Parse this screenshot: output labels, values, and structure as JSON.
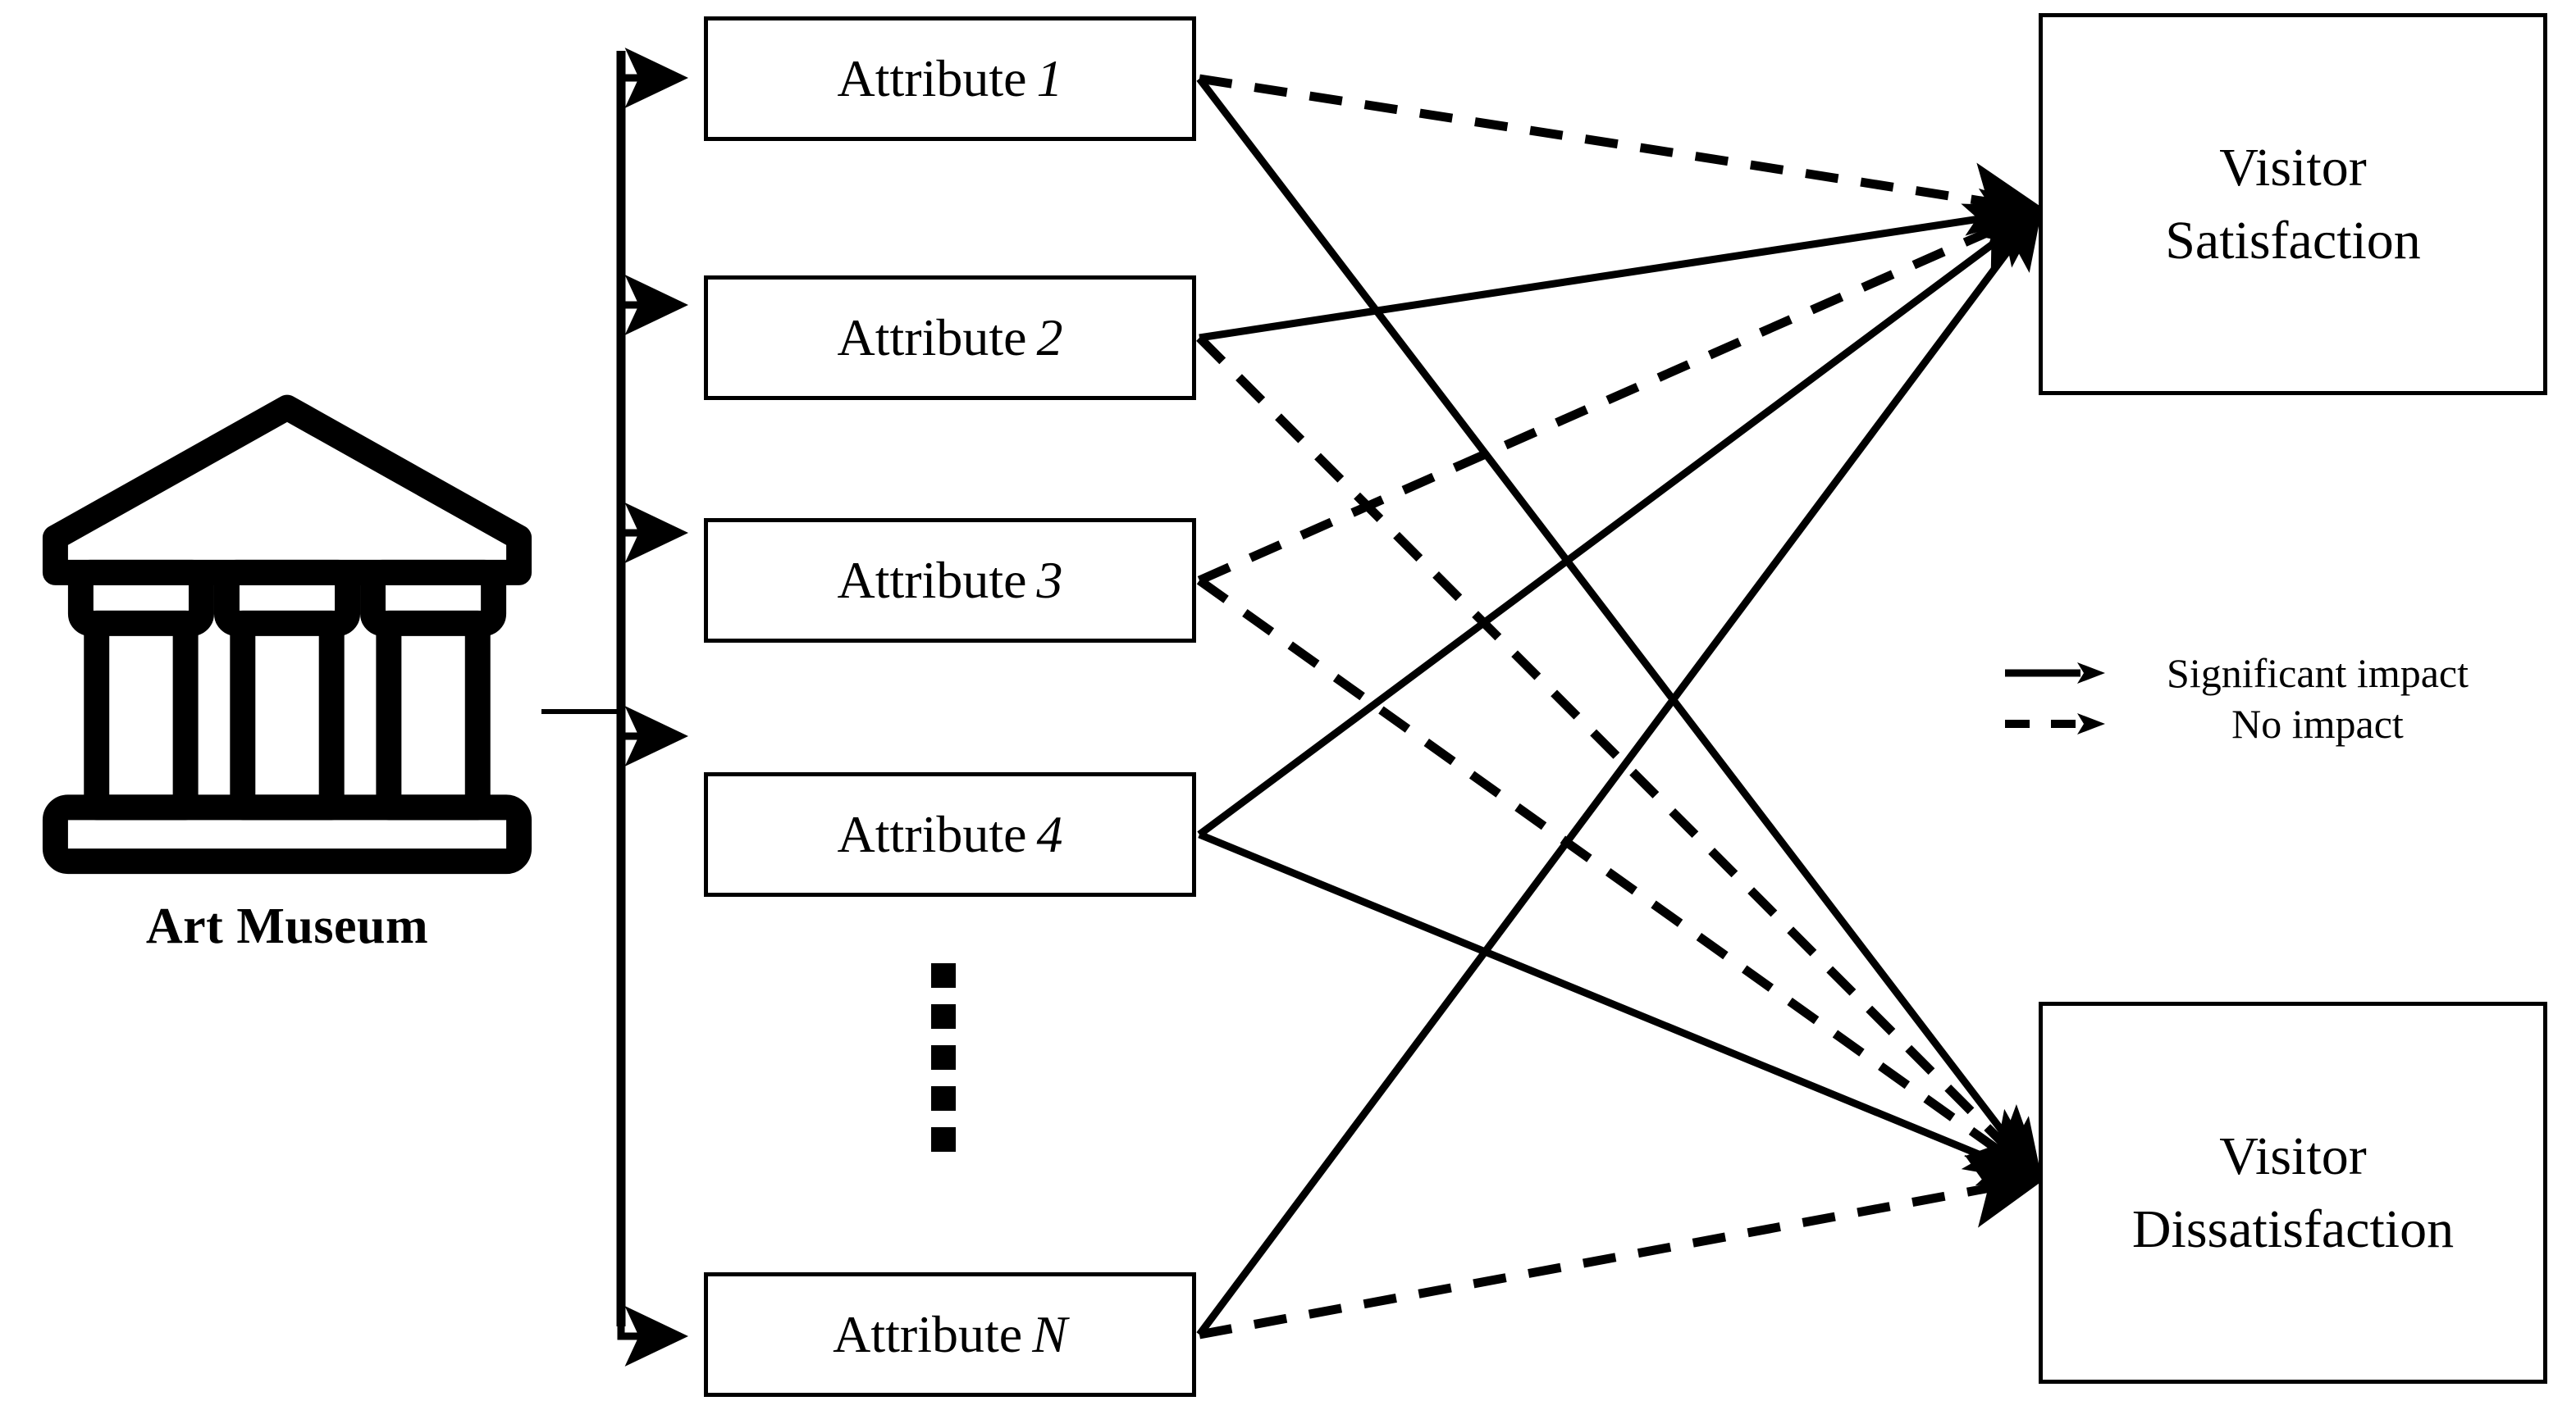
{
  "source": {
    "label": "Art Museum",
    "icon": "museum-building-icon"
  },
  "attributes": [
    {
      "name": "Attribute",
      "index": "1"
    },
    {
      "name": "Attribute",
      "index": "2"
    },
    {
      "name": "Attribute",
      "index": "3"
    },
    {
      "name": "Attribute",
      "index": "4"
    },
    {
      "name": "Attribute",
      "index": "N"
    }
  ],
  "ellipsis": {
    "dots": 5,
    "meaning": "more attributes"
  },
  "outcomes": [
    {
      "line1": "Visitor",
      "line2": "Satisfaction"
    },
    {
      "line1": "Visitor",
      "line2": "Dissatisfaction"
    }
  ],
  "legend": [
    {
      "style": "solid",
      "label": "Significant impact",
      "icon": "solid-arrow-icon"
    },
    {
      "style": "dashed",
      "label": "No impact",
      "icon": "dashed-arrow-icon"
    }
  ],
  "colors": {
    "stroke": "#000000",
    "background": "#ffffff"
  },
  "chart_data": {
    "type": "diagram",
    "title": "",
    "nodes": {
      "source": "Art Museum",
      "attributes": [
        "Attribute 1",
        "Attribute 2",
        "Attribute 3",
        "Attribute 4",
        "Attribute N"
      ],
      "outcomes": [
        "Visitor Satisfaction",
        "Visitor Dissatisfaction"
      ]
    },
    "edges": [
      {
        "from": "Art Museum",
        "to": "Attribute 1",
        "style": "solid"
      },
      {
        "from": "Art Museum",
        "to": "Attribute 2",
        "style": "solid"
      },
      {
        "from": "Art Museum",
        "to": "Attribute 3",
        "style": "solid"
      },
      {
        "from": "Art Museum",
        "to": "Attribute 4",
        "style": "solid"
      },
      {
        "from": "Art Museum",
        "to": "Attribute N",
        "style": "solid"
      },
      {
        "from": "Attribute 1",
        "to": "Visitor Satisfaction",
        "style": "dashed",
        "meaning": "No impact"
      },
      {
        "from": "Attribute 1",
        "to": "Visitor Dissatisfaction",
        "style": "solid",
        "meaning": "Significant impact"
      },
      {
        "from": "Attribute 2",
        "to": "Visitor Satisfaction",
        "style": "solid",
        "meaning": "Significant impact"
      },
      {
        "from": "Attribute 2",
        "to": "Visitor Dissatisfaction",
        "style": "dashed",
        "meaning": "No impact"
      },
      {
        "from": "Attribute 3",
        "to": "Visitor Satisfaction",
        "style": "dashed",
        "meaning": "No impact"
      },
      {
        "from": "Attribute 3",
        "to": "Visitor Dissatisfaction",
        "style": "dashed",
        "meaning": "No impact"
      },
      {
        "from": "Attribute 4",
        "to": "Visitor Satisfaction",
        "style": "solid",
        "meaning": "Significant impact"
      },
      {
        "from": "Attribute 4",
        "to": "Visitor Dissatisfaction",
        "style": "solid",
        "meaning": "Significant impact"
      },
      {
        "from": "Attribute N",
        "to": "Visitor Satisfaction",
        "style": "solid",
        "meaning": "Significant impact"
      },
      {
        "from": "Attribute N",
        "to": "Visitor Dissatisfaction",
        "style": "dashed",
        "meaning": "No impact"
      }
    ]
  }
}
